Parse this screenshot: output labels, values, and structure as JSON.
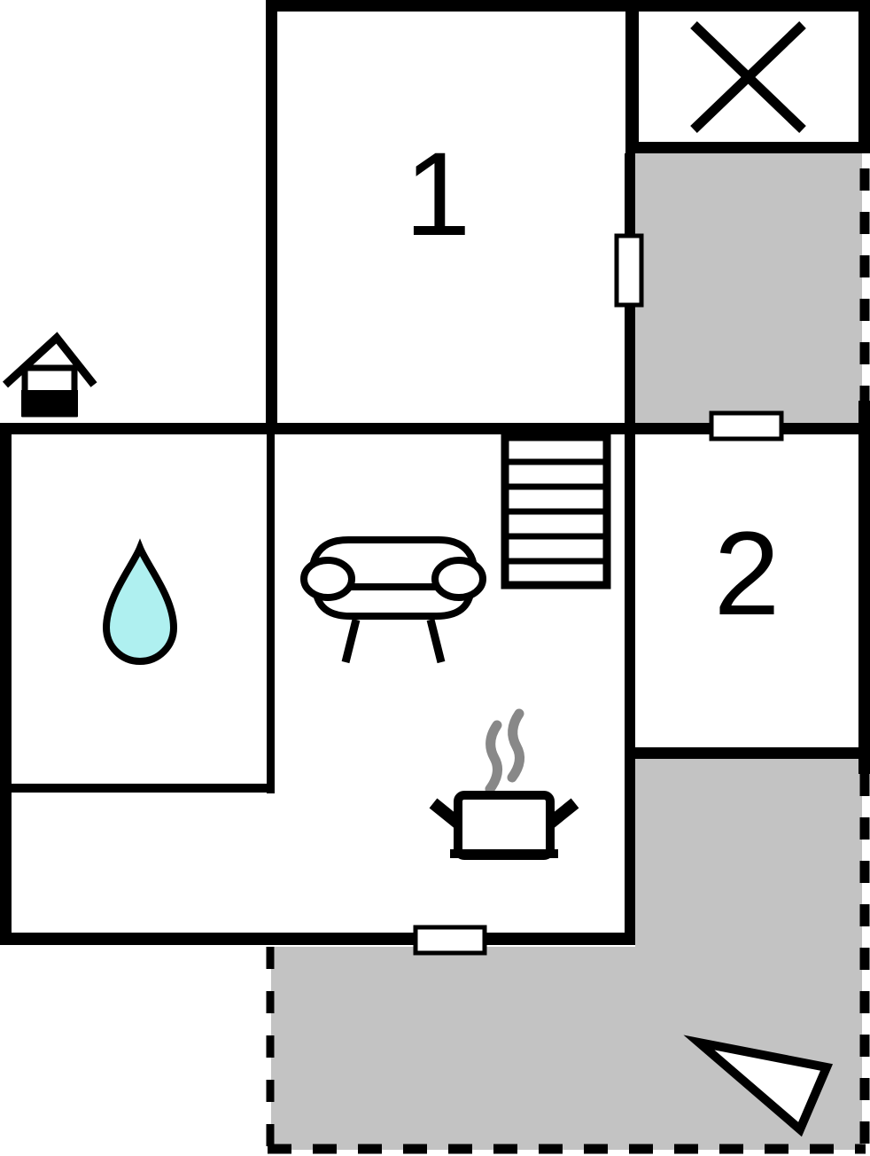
{
  "plan": {
    "rooms": [
      {
        "name": "room-1",
        "label": "1"
      },
      {
        "name": "room-2",
        "label": "2"
      }
    ],
    "colors": {
      "wall": "#000000",
      "terrace": "#c3c3c3",
      "water_drop": "#aff0f0",
      "steam": "#888888",
      "background": "#ffffff"
    },
    "icons": {
      "house": "house-icon",
      "water_drop": "water-drop-icon",
      "sofa": "sofa-icon",
      "stairs": "stairs-icon",
      "cooking_pot": "cooking-pot-icon",
      "steam": "steam-icon",
      "crossed_room": "crossed-room-icon",
      "north_arrow": "north-arrow-icon",
      "door": "door-opening"
    }
  }
}
